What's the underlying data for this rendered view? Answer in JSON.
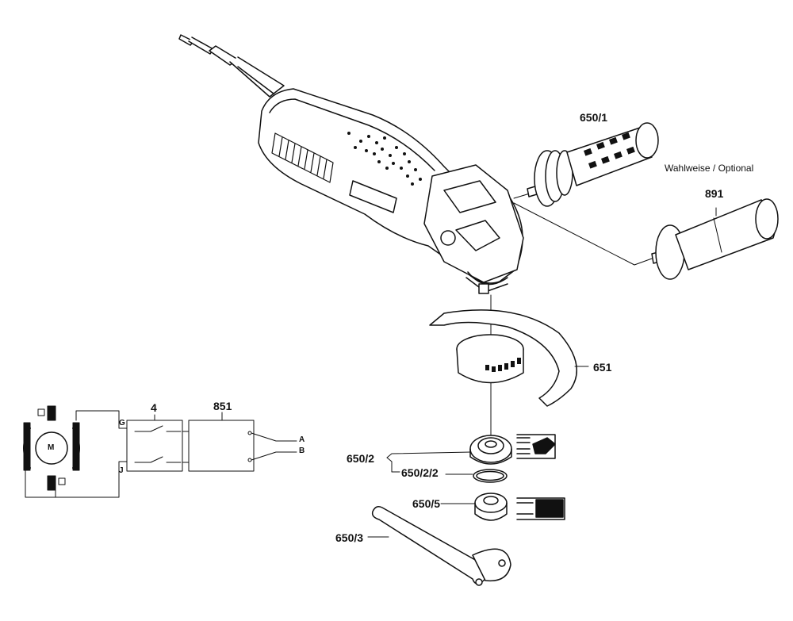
{
  "parts": {
    "side_handle": "650/1",
    "optional_note": "Wahlweise / Optional",
    "alt_handle": "891",
    "guard": "651",
    "flange_set": "650/2",
    "oring": "650/2/2",
    "lock_nut": "650/5",
    "spanner": "650/3"
  },
  "circuit": {
    "switch": "4",
    "module": "851",
    "motor": "M",
    "terminal_g": "G",
    "terminal_j": "J",
    "terminal_a": "A",
    "terminal_b": "B"
  }
}
